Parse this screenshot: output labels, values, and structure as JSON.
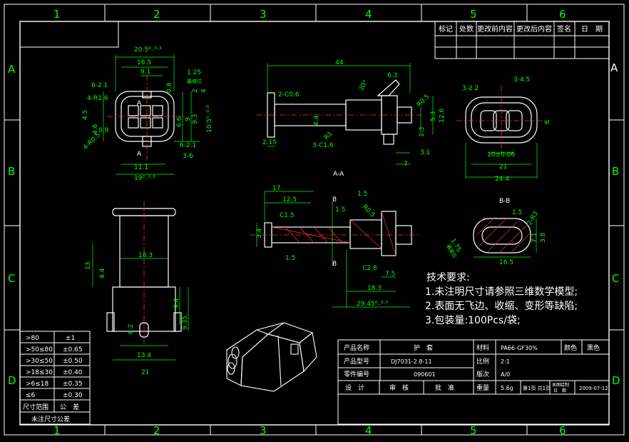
{
  "colors": {
    "background": "#000000",
    "frame": "#ffffff",
    "grid_labels": "#00ff00",
    "geometry": "#ffffff",
    "dimensions": "#00ff00",
    "center_lines": "#ff3030",
    "hatch": "#ff3030",
    "table_text": "#ffffff"
  },
  "zone_labels": {
    "columns": [
      "1",
      "2",
      "3",
      "4",
      "5",
      "6"
    ],
    "rows": [
      "A",
      "B",
      "C",
      "D"
    ]
  },
  "revision_table": {
    "headers": [
      "标记",
      "处数",
      "更改前内容",
      "更改后内容",
      "签名",
      "日　期"
    ]
  },
  "views": {
    "front": {
      "section_marks": [
        "A",
        "A"
      ],
      "dims": [
        "20.5⁰₋⁰·³",
        "16.5",
        "9.1",
        "1.25",
        "最坡位",
        "0.8",
        "2",
        "4",
        "6-2.1",
        "4-R1.6",
        "4.5",
        "9",
        "4.6",
        "0.9",
        "4-R0.5",
        "9.3",
        "6.6",
        "10.5⁰₋⁰·³",
        "6-2.1",
        "3-6",
        "11.1",
        "19⁰₋⁰·³"
      ]
    },
    "side": {
      "dims": [
        "44",
        "6.3",
        "2-C0.6",
        "30°",
        "R0.5",
        "12.6",
        "4.4",
        "R1",
        "3-C1.6",
        "2.15",
        "1.3",
        "3.1",
        "7",
        "5.3"
      ]
    },
    "rear": {
      "dims": [
        "3-4.5",
        "3-2.2",
        "6",
        "10±0.06",
        "21",
        "24.4"
      ]
    },
    "section_aa": {
      "title": "A-A",
      "marks": [
        "B",
        "B"
      ],
      "dims": [
        "17",
        "12.5",
        "1.5",
        "C1.5",
        "3.4",
        "1.5",
        "1.5",
        "R0.5",
        "C2.8",
        "7.5",
        "18.3",
        "29.45⁰₋⁰·⁵"
      ]
    },
    "section_bb": {
      "title": "B-B",
      "dims": [
        "1.5",
        "2-R3",
        "1.75",
        "最坡位",
        "3.8",
        "7.1",
        "16.5"
      ]
    },
    "lower": {
      "dims": [
        "18.3",
        "13",
        "4.4",
        "9.4",
        "9.35",
        "6.2",
        "13.4",
        "21"
      ]
    }
  },
  "tech_notes": {
    "title": "技术要求:",
    "items": [
      "1.未注明尺寸请参照三维数学模型;",
      "2.表面无飞边、收缩、变形等缺陷;",
      "3.包装量:100Pcs/袋;"
    ]
  },
  "tolerance_table": {
    "rows": [
      [
        ">80",
        "±1"
      ],
      [
        ">50≤80",
        "±0.65"
      ],
      [
        ">30≤50",
        "±0.50"
      ],
      [
        ">18≤30",
        "±0.40"
      ],
      [
        ">6≤18",
        "±0.35"
      ],
      [
        "≤6",
        "±0.30"
      ]
    ],
    "header": [
      "尺寸范围",
      "公　差"
    ],
    "footer": "未注尺寸公差"
  },
  "title_block": {
    "product_name_label": "产品名称",
    "product_name": "护　套",
    "material_label": "材料",
    "material": "PA66-GF30%",
    "color_label": "颜色",
    "color": "黑色",
    "model_label": "产品型号",
    "model": "DJ7031-2.8-11",
    "scale_label": "比例",
    "scale": "2:1",
    "part_no_label": "零件编号",
    "part_no": "090601",
    "version_label": "版次",
    "version": "A/0",
    "design_label": "设　计",
    "review_label": "审　核",
    "approve_label": "批　准",
    "weight_label": "重量",
    "weight": "5.6g",
    "sheet": "第1页 共1页",
    "date_label_top": "本图绘制",
    "date_label_bottom": "日　期",
    "date": "2009-07-12"
  }
}
